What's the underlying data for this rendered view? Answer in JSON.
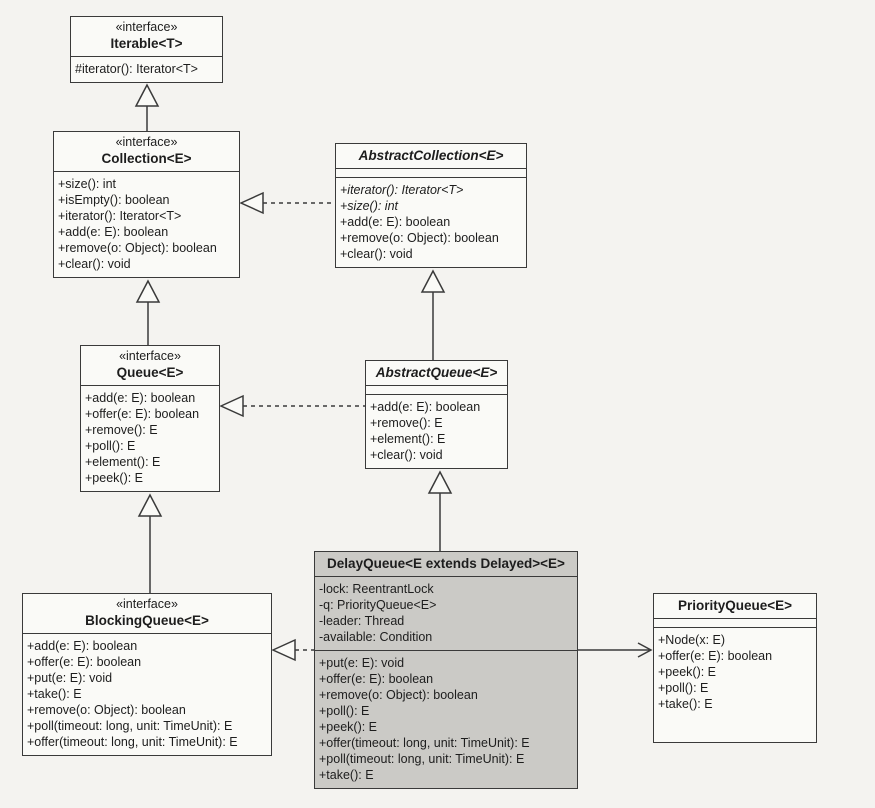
{
  "colors": {
    "background": "#f4f3f0",
    "box_fill": "#fafaf7",
    "box_border": "#3a3a3a",
    "highlight_fill": "#cbcac6",
    "text": "#1d1d1d"
  },
  "classes": [
    {
      "id": "iterable",
      "stereotype": "«interface»",
      "name": "Iterable<T>",
      "name_italic": false,
      "highlighted": false,
      "attributes": null,
      "methods": [
        {
          "text": "#iterator(): Iterator<T>",
          "italic": false
        }
      ]
    },
    {
      "id": "collection",
      "stereotype": "«interface»",
      "name": "Collection<E>",
      "name_italic": false,
      "highlighted": false,
      "attributes": null,
      "methods": [
        {
          "text": "+size(): int",
          "italic": false
        },
        {
          "text": "+isEmpty(): boolean",
          "italic": false
        },
        {
          "text": "+iterator(): Iterator<T>",
          "italic": false
        },
        {
          "text": "+add(e: E): boolean",
          "italic": false
        },
        {
          "text": "+remove(o: Object): boolean",
          "italic": false
        },
        {
          "text": "+clear(): void",
          "italic": false
        }
      ]
    },
    {
      "id": "abstract-collection",
      "stereotype": null,
      "name": "AbstractCollection<E>",
      "name_italic": true,
      "highlighted": false,
      "attributes": [],
      "methods": [
        {
          "text": "+iterator(): Iterator<T>",
          "italic": true
        },
        {
          "text": "+size(): int",
          "italic": true
        },
        {
          "text": "+add(e: E): boolean",
          "italic": false
        },
        {
          "text": "+remove(o: Object): boolean",
          "italic": false
        },
        {
          "text": "+clear(): void",
          "italic": false
        }
      ]
    },
    {
      "id": "queue",
      "stereotype": "«interface»",
      "name": "Queue<E>",
      "name_italic": false,
      "highlighted": false,
      "attributes": null,
      "methods": [
        {
          "text": "+add(e: E): boolean",
          "italic": false
        },
        {
          "text": "+offer(e: E): boolean",
          "italic": false
        },
        {
          "text": "+remove(): E",
          "italic": false
        },
        {
          "text": "+poll(): E",
          "italic": false
        },
        {
          "text": "+element(): E",
          "italic": false
        },
        {
          "text": "+peek(): E",
          "italic": false
        }
      ]
    },
    {
      "id": "abstract-queue",
      "stereotype": null,
      "name": "AbstractQueue<E>",
      "name_italic": true,
      "highlighted": false,
      "attributes": [],
      "methods": [
        {
          "text": "+add(e: E): boolean",
          "italic": false
        },
        {
          "text": "+remove(): E",
          "italic": false
        },
        {
          "text": "+element(): E",
          "italic": false
        },
        {
          "text": "+clear(): void",
          "italic": false
        }
      ]
    },
    {
      "id": "delay-queue",
      "stereotype": null,
      "name": "DelayQueue<E extends Delayed><E>",
      "name_italic": false,
      "highlighted": true,
      "attributes": [
        "-lock: ReentrantLock",
        "-q: PriorityQueue<E>",
        "-leader: Thread",
        "-available: Condition"
      ],
      "methods": [
        {
          "text": "+put(e: E): void",
          "italic": false
        },
        {
          "text": "+offer(e: E): boolean",
          "italic": false
        },
        {
          "text": "+remove(o: Object): boolean",
          "italic": false
        },
        {
          "text": "+poll(): E",
          "italic": false
        },
        {
          "text": "+peek(): E",
          "italic": false
        },
        {
          "text": "+offer(timeout: long, unit: TimeUnit): E",
          "italic": false
        },
        {
          "text": "+poll(timeout: long, unit: TimeUnit): E",
          "italic": false
        },
        {
          "text": "+take(): E",
          "italic": false
        }
      ]
    },
    {
      "id": "blocking-queue",
      "stereotype": "«interface»",
      "name": "BlockingQueue<E>",
      "name_italic": false,
      "highlighted": false,
      "attributes": null,
      "methods": [
        {
          "text": "+add(e: E): boolean",
          "italic": false
        },
        {
          "text": "+offer(e: E): boolean",
          "italic": false
        },
        {
          "text": "+put(e: E): void",
          "italic": false
        },
        {
          "text": "+take(): E",
          "italic": false
        },
        {
          "text": "+remove(o: Object): boolean",
          "italic": false
        },
        {
          "text": "+poll(timeout: long, unit: TimeUnit): E",
          "italic": false
        },
        {
          "text": "+offer(timeout: long, unit: TimeUnit): E",
          "italic": false
        }
      ]
    },
    {
      "id": "priority-queue",
      "stereotype": null,
      "name": "PriorityQueue<E>",
      "name_italic": false,
      "highlighted": false,
      "attributes": [],
      "methods": [
        {
          "text": "+Node(x: E)",
          "italic": false
        },
        {
          "text": "+offer(e: E): boolean",
          "italic": false
        },
        {
          "text": "+peek(): E",
          "italic": false
        },
        {
          "text": "+poll(): E",
          "italic": false
        },
        {
          "text": "+take(): E",
          "italic": false
        }
      ]
    }
  ],
  "relationships": [
    {
      "from": "Collection<E>",
      "to": "Iterable<T>",
      "type": "generalization"
    },
    {
      "from": "AbstractCollection<E>",
      "to": "Collection<E>",
      "type": "realization"
    },
    {
      "from": "Queue<E>",
      "to": "Collection<E>",
      "type": "generalization"
    },
    {
      "from": "AbstractQueue<E>",
      "to": "Queue<E>",
      "type": "realization"
    },
    {
      "from": "AbstractQueue<E>",
      "to": "AbstractCollection<E>",
      "type": "generalization"
    },
    {
      "from": "DelayQueue<E extends Delayed><E>",
      "to": "AbstractQueue<E>",
      "type": "generalization"
    },
    {
      "from": "BlockingQueue<E>",
      "to": "Queue<E>",
      "type": "generalization"
    },
    {
      "from": "DelayQueue<E extends Delayed><E>",
      "to": "BlockingQueue<E>",
      "type": "realization"
    },
    {
      "from": "DelayQueue<E extends Delayed><E>",
      "to": "PriorityQueue<E>",
      "type": "association"
    }
  ]
}
